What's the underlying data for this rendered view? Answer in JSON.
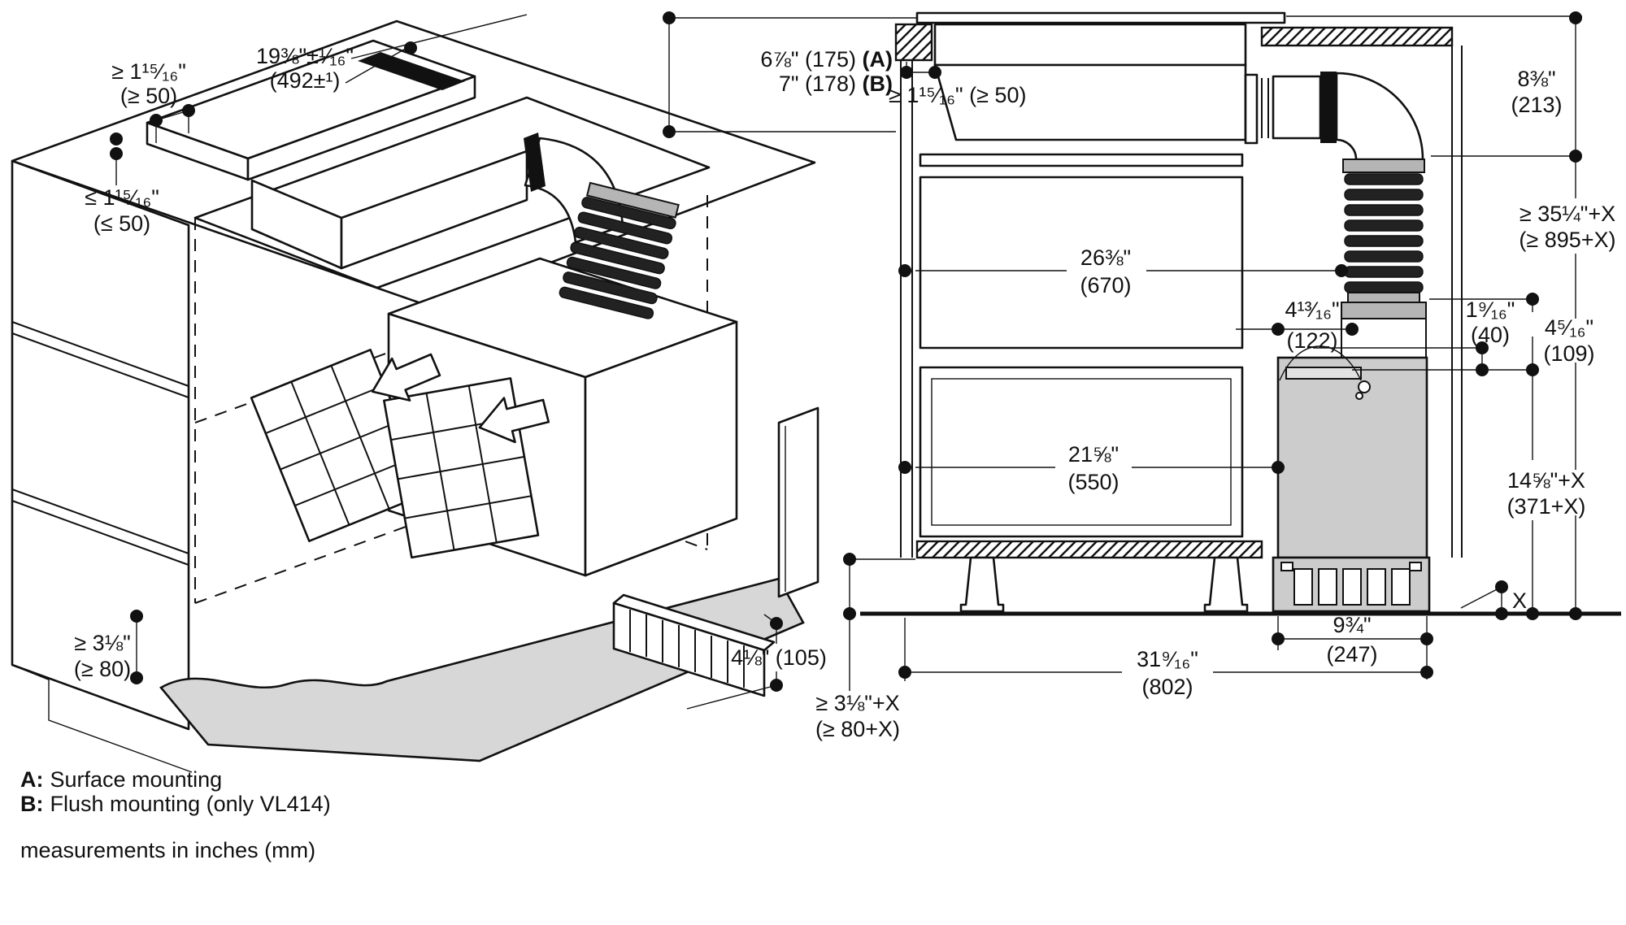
{
  "colors": {
    "line": "#111111",
    "unit_gray": "#cccccc",
    "floor_gray": "#d7d7d7",
    "hose_dark": "#222222"
  },
  "left_diagram": {
    "labels": {
      "top_gap": {
        "line1": "≥ 1¹⁵⁄₁₆\"",
        "line2": "(≥ 50)"
      },
      "cutout": {
        "line1": "19⅜\"±¹⁄₁₆\"",
        "line2": "(492±¹)"
      },
      "side_gap": {
        "line1": "≤ 1¹⁵⁄₁₆\"",
        "line2": "(≤ 50)"
      },
      "plinth": {
        "line1": "≥ 3⅛\"",
        "line2": "(≥ 80)"
      },
      "grille_height": {
        "line1": "4⅛\" (105)"
      }
    }
  },
  "right_diagram": {
    "labels": {
      "depth_a": {
        "value": "6⅞\" (175)",
        "key": "(A)"
      },
      "depth_b": {
        "value": "7\" (178)",
        "key": "(B)"
      },
      "top_gap": "≥ 1¹⁵⁄₁₆\" (≥ 50)",
      "duct_height": {
        "line1": "8⅜\"",
        "line2": "(213)"
      },
      "total_height": {
        "line1": "≥ 35¼\"+X",
        "line2": "(≥ 895+X)"
      },
      "upper_width": {
        "line1": "26⅜\"",
        "line2": "(670)"
      },
      "hose_offset": {
        "line1": "4¹³⁄₁₆\"",
        "line2": "(122)"
      },
      "rear_gap": {
        "line1": "1⁹⁄₁₆\"",
        "line2": "(40)"
      },
      "outlet_height": {
        "line1": "4⁵⁄₁₆\"",
        "line2": "(109)"
      },
      "lower_width": {
        "line1": "21⅝\"",
        "line2": "(550)"
      },
      "box_height": {
        "line1": "14⅝\"+X",
        "line2": "(371+X)"
      },
      "x_marker": "X",
      "box_width": {
        "line1": "9¾\"",
        "line2": "(247)"
      },
      "cabinet_width": {
        "line1": "31⁹⁄₁₆\"",
        "line2": "(802)"
      },
      "plinth_x": {
        "line1": "≥ 3⅛\"+X",
        "line2": "(≥ 80+X)"
      }
    }
  },
  "footer": {
    "a_key": "A:",
    "a_text": "Surface mounting",
    "b_key": "B:",
    "b_text": "Flush mounting (only VL414)",
    "note": "measurements in inches (mm)"
  }
}
